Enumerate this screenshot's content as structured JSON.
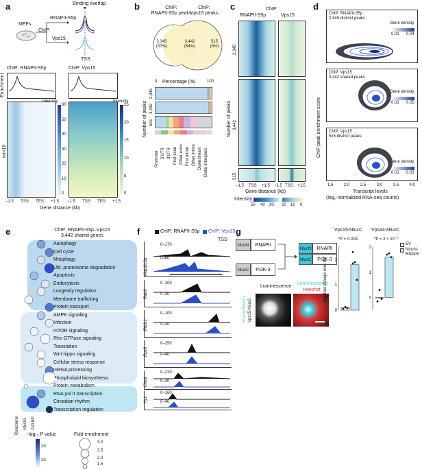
{
  "panel_a": {
    "label": "a",
    "mefs": "MEFs",
    "chip": "ChIP:",
    "rnapii": "RNAPII-S5p",
    "vps15": "Vps15",
    "binding_overlap": "Binding overlap",
    "tss": "TSS",
    "heat_left_title": "ChIP: RNAPII-S5p",
    "heat_right_title": "ChIP: Vps15",
    "enrichment": "Enrichment",
    "intensity": "Intensity",
    "mm10": "mm10",
    "xlabel": "Gene distance (kb)",
    "ticks_x": [
      "−1.5",
      "TSS",
      "TES",
      "+1.5"
    ],
    "ticks_left_scale": [
      "60",
      "50",
      "40",
      "30",
      "20",
      "10",
      "0"
    ],
    "ticks_right_scale": [
      "25",
      "20",
      "15",
      "10",
      "5",
      "0"
    ]
  },
  "panel_b": {
    "label": "b",
    "chip_rnapii": "ChIP:\nRNAPII-S5p peaks",
    "chip_vps15": "ChIP:\nVps15 peaks",
    "v_left": "2,345\n(37%)",
    "v_mid": "3,442\n(54%)",
    "v_right": "515\n(8%)",
    "percentage": "Percentage (%)",
    "pct_0": "0",
    "pct_100": "100",
    "num_peaks": "Number of peaks",
    "rows": [
      "2,345",
      "3,442",
      "515"
    ],
    "legend": [
      "Promoter",
      "5′UTR",
      "3′UTR",
      "First exon",
      "Other exon",
      "First intron",
      "Other intron",
      "Downstream",
      "Distal intergenic"
    ]
  },
  "panel_c": {
    "label": "c",
    "chip": "ChIP:",
    "col1": "RNAPII-S5p",
    "col2": "Vps15",
    "num_peaks": "Number of peaks",
    "row_labels": [
      "2,345",
      "3,442",
      "515"
    ],
    "xticks": [
      "−1.5",
      "TSS",
      "+1.5",
      "−1.5",
      "TSS",
      "+1.5"
    ],
    "xlabel": "Gene distance (kb)",
    "intensity": "Intensity",
    "scale_ticks": [
      "50",
      "40",
      "30",
      "20",
      "10",
      "0"
    ]
  },
  "panel_d": {
    "label": "d",
    "ylabel": "ChIP peak enrichment score",
    "xlabel": "Transcript levels",
    "xlabel2": "(log₂-normalized RNA-seq counts)",
    "subplots": [
      {
        "title": "ChIP: RNAPII-S5p\n2,345 distinct peaks",
        "density": "Gene density",
        "d_ticks": [
          "0.01",
          "0.04"
        ]
      },
      {
        "title": "ChIP: Vps15\n3,442 shared peaks",
        "density": "Gene density",
        "d_ticks": [
          "0.01",
          "0.05"
        ]
      },
      {
        "title": "ChIP: Vps15\n515 distinct peaks",
        "density": "Gene density",
        "d_ticks": [
          "0.01",
          "0.03"
        ]
      }
    ],
    "xticks": [
      "1.5",
      "2.0",
      "2.5",
      "3.0",
      "3.5",
      "4.0"
    ]
  },
  "panel_e": {
    "label": "e",
    "title": "ChIP: RNAPII-S5p–Vps15\n3,442 shared genes",
    "terms": [
      "Autophagy",
      "Cell cycle",
      "Mitophagy",
      "Ubl. proteosome degradation",
      "Apoptosis",
      "Endocytosis",
      "Longevity regulation",
      "Membrane trafficking",
      "Protein transport",
      "AMPK signaling",
      "Infection",
      "mTOR signaling",
      "Rho GTPase signaling",
      "Translation",
      "Wnt hippo signaling",
      "Cellular stress response",
      "mRNA processing",
      "Phospholipid biosynthesis",
      "Protein metabolism",
      "RNA pol II transcription",
      "Circadian rhythm",
      "Transcription regulation"
    ],
    "db_labels": [
      "Reactome",
      "KEGG",
      "GO BP"
    ],
    "pval_label": "−log₁₀ P value",
    "pval_ticks": [
      "20",
      "10"
    ],
    "fold_label": "Fold enrichment",
    "fold_ticks": [
      "3.0",
      "2.5",
      "2.0",
      "1.5"
    ]
  },
  "panel_f": {
    "label": "f",
    "legend_black": "ChIP: RNAPII-S5p",
    "legend_blue": "ChIP: Vps15",
    "tss": "TSS",
    "genes": [
      {
        "name": "Map1lc3a",
        "r1": "0–170",
        "r2": "0–60"
      },
      {
        "name": "Rab9",
        "r1": "0–100",
        "r2": "0–30"
      },
      {
        "name": "Pik3r1",
        "r1": "0–100",
        "r2": "0–30"
      },
      {
        "name": "Rps6",
        "r1": "0–250",
        "r2": "0–40"
      },
      {
        "name": "Clock",
        "r1": "0–220",
        "r2": "0–40"
      },
      {
        "name": "Yy1",
        "r1": "0–160",
        "r2": "0–40"
      }
    ]
  },
  "panel_g": {
    "label": "g",
    "nlucn": "NlucN",
    "nlucc": "NlucC",
    "rnapii": "RNAPII",
    "pi3k3": "PI3K-3",
    "luminescence": "Luminescence",
    "hoechst": "Hoechst",
    "side_label1": "NlucN-RNAPII",
    "side_label2": "Vps15-NlucC",
    "chart1_title": "Vps15-NlucC",
    "chart2_title": "Vps34-NlucC",
    "p1": "*P = 0.004",
    "p2": "*P = 2 × 10⁻⁵",
    "ylabel": "log₂ fold change over EV",
    "legend_ev": "EV",
    "legend_nluc": "NlucN-RNAPII"
  },
  "chart_data": [
    {
      "type": "bar",
      "title": "Vps15-NlucC",
      "categories": [
        "EV",
        "NlucN-RNAPII"
      ],
      "values": [
        0.1,
        1.8
      ],
      "points": [
        [
          0.05,
          0.12,
          0.08
        ],
        [
          2.3,
          1.9,
          1.2,
          1.85
        ]
      ],
      "ylim": [
        0,
        2.5
      ],
      "yticks": [
        "0",
        "1",
        "2"
      ],
      "ylabel": "log₂ fold change over EV"
    },
    {
      "type": "bar",
      "title": "Vps34-NlucC",
      "categories": [
        "EV",
        "NlucN-RNAPII"
      ],
      "values": [
        0.0,
        1.6
      ],
      "points": [
        [
          -0.15,
          0.3,
          -0.05
        ],
        [
          1.7,
          1.75,
          1.6
        ]
      ],
      "ylim": [
        -0.5,
        2.0
      ],
      "yticks": [
        "0",
        "1",
        "2"
      ],
      "ylabel": "log₂ fold change over EV"
    }
  ],
  "colors": {
    "blue": "#2c4fc9",
    "light_blue": "#bfe2f0",
    "dark_navy": "#1d2b6b",
    "teal": "#41c8d6"
  }
}
